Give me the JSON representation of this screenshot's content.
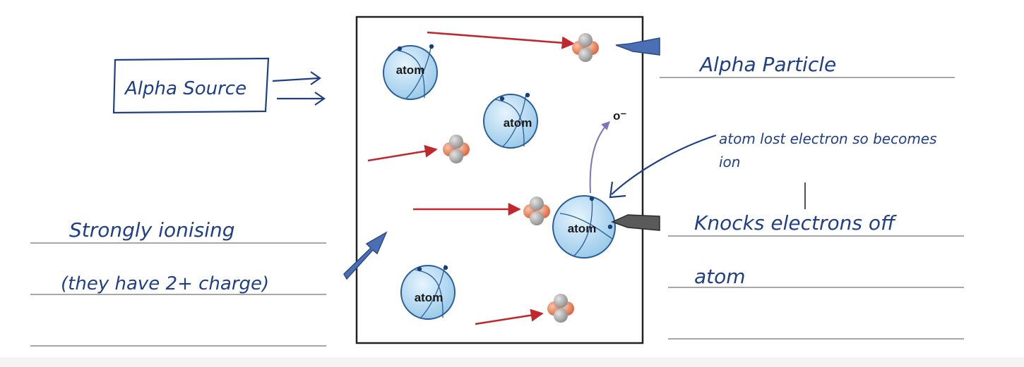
{
  "notes": {
    "alpha_source": "Alpha Source",
    "alpha_particle": "Alpha Particle",
    "ion_note_line1": "atom lost electron so becomes",
    "ion_note_line2": "ion",
    "knocks_line1": "Knocks electrons off",
    "knocks_line2": "atom",
    "ionising_line1": "Strongly ionising",
    "ionising_line2": "(they have 2+ charge)"
  },
  "diagram": {
    "atom_label": "atom",
    "electron_label": "o⁻"
  },
  "colors": {
    "ink": "#1f3f86",
    "red_arrow": "#c0282d",
    "atom_fill": "#bfe0f5",
    "atom_stroke": "#2b5e96",
    "proton": "#e98a62",
    "neutron": "#a9a9a9"
  }
}
